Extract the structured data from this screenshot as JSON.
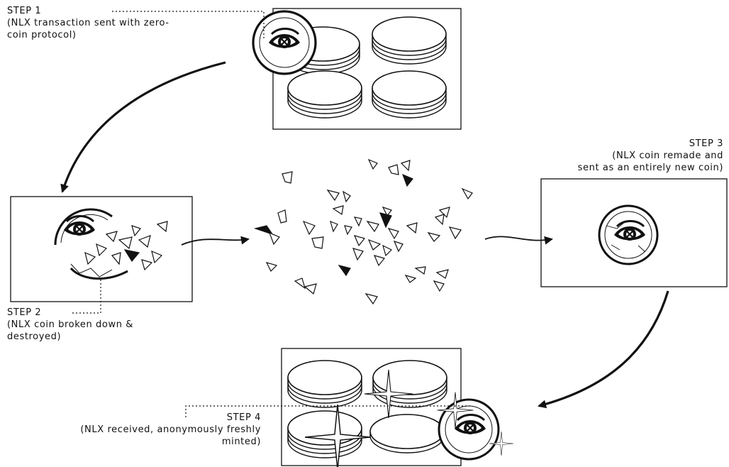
{
  "steps": [
    {
      "id": "step1",
      "title": "STEP 1",
      "lines": [
        "(NLX transaction sent with zero-",
        "coin protocol)"
      ]
    },
    {
      "id": "step2",
      "title": "STEP 2",
      "lines": [
        "(NLX coin broken down &",
        "destroyed)"
      ]
    },
    {
      "id": "step3",
      "title": "STEP 3",
      "lines": [
        "(NLX coin remade and",
        "sent as an entirely new coin)"
      ]
    },
    {
      "id": "step4",
      "title": "STEP 4",
      "lines": [
        "(NLX received, anonymously freshly",
        "minted)"
      ]
    }
  ],
  "icons": {
    "coin_logo": "nlx-eye-logo-icon",
    "sparkle": "sparkle-icon"
  },
  "colors": {
    "ink": "#111111",
    "background": "#ffffff"
  }
}
